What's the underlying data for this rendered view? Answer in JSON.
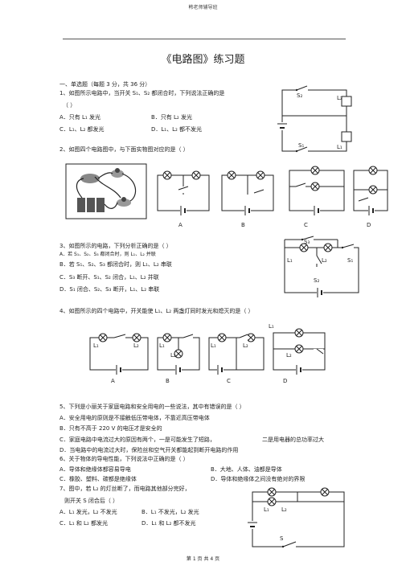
{
  "header": {
    "text": "韩老师辅导班"
  },
  "title": "《电路图》练习题",
  "section1": "一、单选题（每题 3 分，共 36 分）",
  "q1": {
    "stem": "1、如图所示电路中，当开关 S₁、S₂ 都闭合时，下列说法正确的是",
    "paren": "（ ）",
    "A": "A．只有 L₁ 发光",
    "B": "B．只有 L₂ 发光",
    "C": "C．L₁、L₂ 都发光",
    "D": "D．L₁、L₂ 都不发光",
    "fig": {
      "s2": "S₂",
      "l2": "L₂",
      "s1": "S₁",
      "l1": "L₁"
    }
  },
  "q2": {
    "stem": "2、如图四个电路图中，与下面实物图对应的是（ ）",
    "labels": [
      "A",
      "B",
      "C",
      "D"
    ]
  },
  "q3": {
    "stem": "3、如图所示的电路，下列分析正确的是（ ）",
    "A": "A．若 S₁、S₂、S₃ 都闭合时，则 L₁、L₂ 并联",
    "B": "B．若 S₁、S₂、S₃ 都闭合时，则 L₁、L₂ 串联",
    "C": "C．S₃ 断开、S₁、S₂ 闭合，L₁、L₂ 并联",
    "D": "D．S₁ 闭合、S₂、S₃ 断开，L₁、L₂ 串联",
    "fig": {
      "s3": "S₃",
      "l1": "L₁",
      "l2": "L₂",
      "s1": "S₁",
      "s2": "S₂"
    }
  },
  "q4": {
    "stem": "4、如图所示的四个电路中，开关能使 L₁、L₂ 两盏灯同时发光和熄灭的是（ ）",
    "labels": [
      "A",
      "B",
      "C",
      "D"
    ],
    "fig": {
      "l1": "L₁",
      "l2": "L₂"
    }
  },
  "q5": {
    "stem": "5、下列是小丽关于家庭电路和安全用电的一些说法，其中有错误的是（ ）",
    "A": "A．安全用电的原则是不接触低压带电体，不靠近高压带电体",
    "B": "B．只有不高于 220 V 的电压才是安全的",
    "C1": "C．家庭电路中电流过大的原因有两个，一是可能发生了短路，",
    "C2": "二是用电器的总功率过大",
    "D": "D．当电路中的电流过大时，保险丝和空气开关都能起到断开电路的作用"
  },
  "q6": {
    "stem": "6、关于物体的导电性能，下列说法中正确的是（ ）",
    "A": "A．导体和绝缘体都容易导电",
    "B": "B．大地、人体、油都是导体",
    "C": "C．橡胶、塑料、碳都是绝缘体",
    "D": "D．导体和绝缘体之间没有绝对的界限"
  },
  "q7": {
    "stem": "7、图中，若 L₂ 的灯丝断了，而电路其他部分完好，",
    "stem2": "则开关 S 闭合后（ ）",
    "A": "A．L₁ 发光，L₂ 不发光",
    "B": "B．L₁ 不发光，L₂ 发光",
    "C": "C．L₁ 和 L₂ 都发光",
    "D": "D．L₁ 和 L₂ 都不发光",
    "fig": {
      "l1": "L₁",
      "l2": "L₂",
      "s": "S"
    }
  },
  "footer": "第 1 页 共 4 页"
}
